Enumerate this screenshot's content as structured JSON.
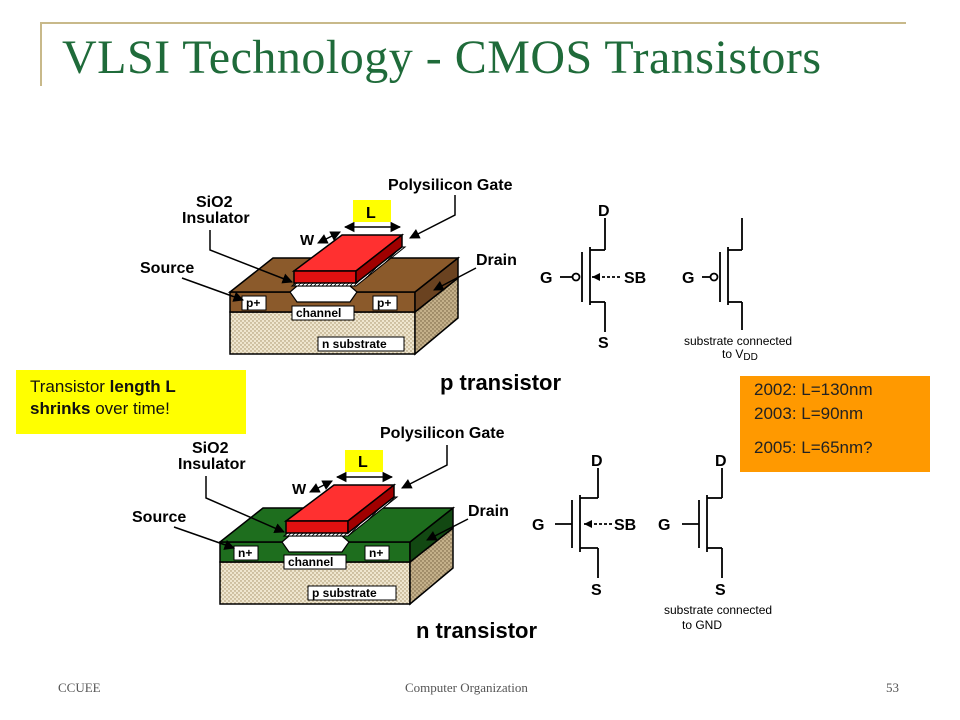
{
  "slide": {
    "title": "VLSI Technology - CMOS Transistors",
    "footer_left": "CCUEE",
    "footer_center": "Computer Organization",
    "footer_right": "53"
  },
  "p_transistor": {
    "caption": "p transistor",
    "gate_label": "Polysilicon Gate",
    "insulator_line1": "SiO2",
    "insulator_line2": "Insulator",
    "length_label": "L",
    "width_label": "W",
    "source_label": "Source",
    "drain_label": "Drain",
    "doping_left": "p+",
    "doping_right": "p+",
    "channel_label": "channel",
    "substrate_label": "n substrate",
    "symbol_d": "D",
    "symbol_g": "G",
    "symbol_sb": "SB",
    "symbol_s": "S",
    "symbol2_g": "G",
    "note_line1": "substrate connected",
    "note_line2_prefix": "to V",
    "note_line2_sub": "DD"
  },
  "n_transistor": {
    "caption": "n transistor",
    "gate_label": "Polysilicon Gate",
    "insulator_line1": "SiO2",
    "insulator_line2": "Insulator",
    "length_label": "L",
    "width_label": "W",
    "source_label": "Source",
    "drain_label": "Drain",
    "doping_left": "n+",
    "doping_right": "n+",
    "channel_label": "channel",
    "substrate_label": "p substrate",
    "symbol_d": "D",
    "symbol_g": "G",
    "symbol_sb": "SB",
    "symbol_s": "S",
    "symbol2_d": "D",
    "symbol2_g": "G",
    "symbol2_s": "S",
    "note_line1": "substrate connected",
    "note_line2": "to GND"
  },
  "yellow_note": {
    "line1_plain": "Transistor ",
    "line1_bold": "length L",
    "line2_bold": "shrinks",
    "line2_plain": " over time!"
  },
  "timeline": {
    "row1": "2002: L=130nm",
    "row2": "2003: L=90nm",
    "row3": "2005: L=65nm?"
  },
  "colors": {
    "title": "#1f6b3a",
    "p_diffusion": "#8b5a2b",
    "n_diffusion": "#1e6e1e",
    "gate": "#e01010",
    "yellow_note": "#ffff00",
    "orange_note": "#ff9900"
  }
}
